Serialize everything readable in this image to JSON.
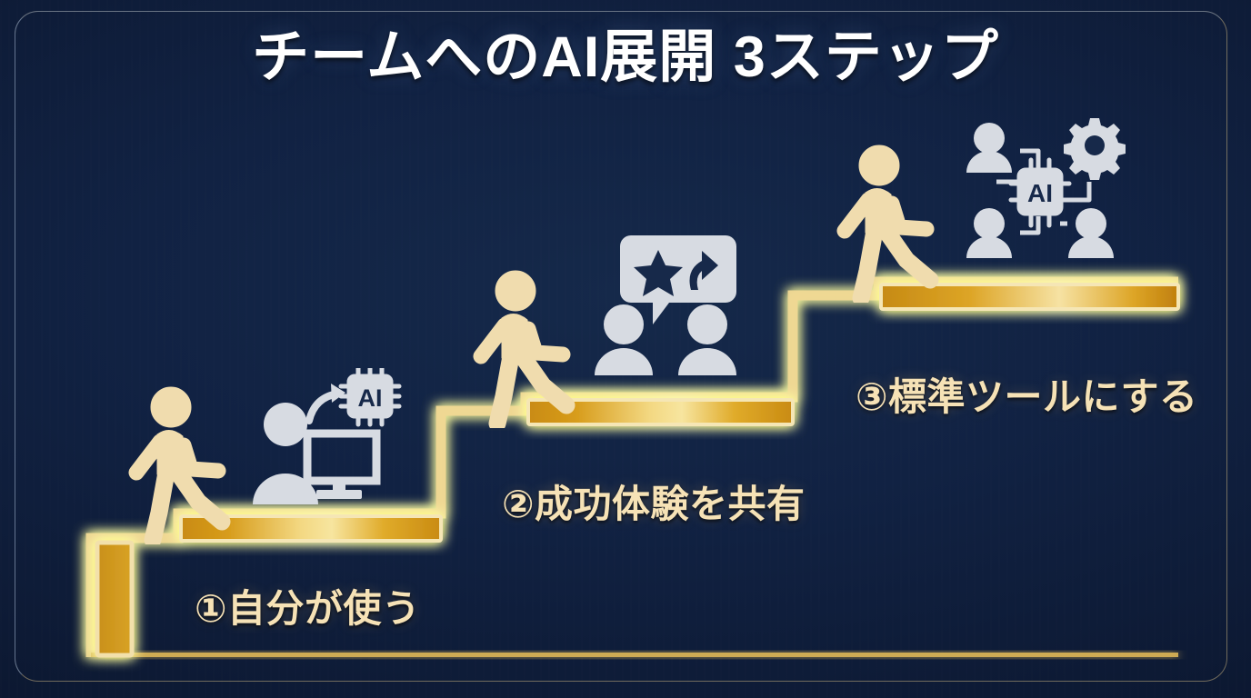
{
  "slide": {
    "title": "チームへのAI展開 3ステップ",
    "background_color": "#0c1831",
    "accent_gold": "#e8b93c",
    "caption_color": "#f6e2b6",
    "title_color": "#ffffff",
    "icon_color": "#d7dbe2",
    "figure_color": "#f0dcae",
    "frame_color": "#c4af7d"
  },
  "steps": [
    {
      "number": "①",
      "caption": "①自分が使う",
      "figure": "walking-person-figure",
      "icon": "person-at-computer-to-ai-chip-icon"
    },
    {
      "number": "②",
      "caption": "②成功体験を共有",
      "figure": "walking-person-figure",
      "icon": "two-people-speech-bubble-star-arrow-icon"
    },
    {
      "number": "③",
      "caption": "③標準ツールにする",
      "figure": "walking-person-figure",
      "icon": "ai-chip-network-people-gear-icon"
    }
  ],
  "graphic": {
    "type": "staircase-3-steps",
    "label_1": "AI",
    "label_2": "AI"
  }
}
